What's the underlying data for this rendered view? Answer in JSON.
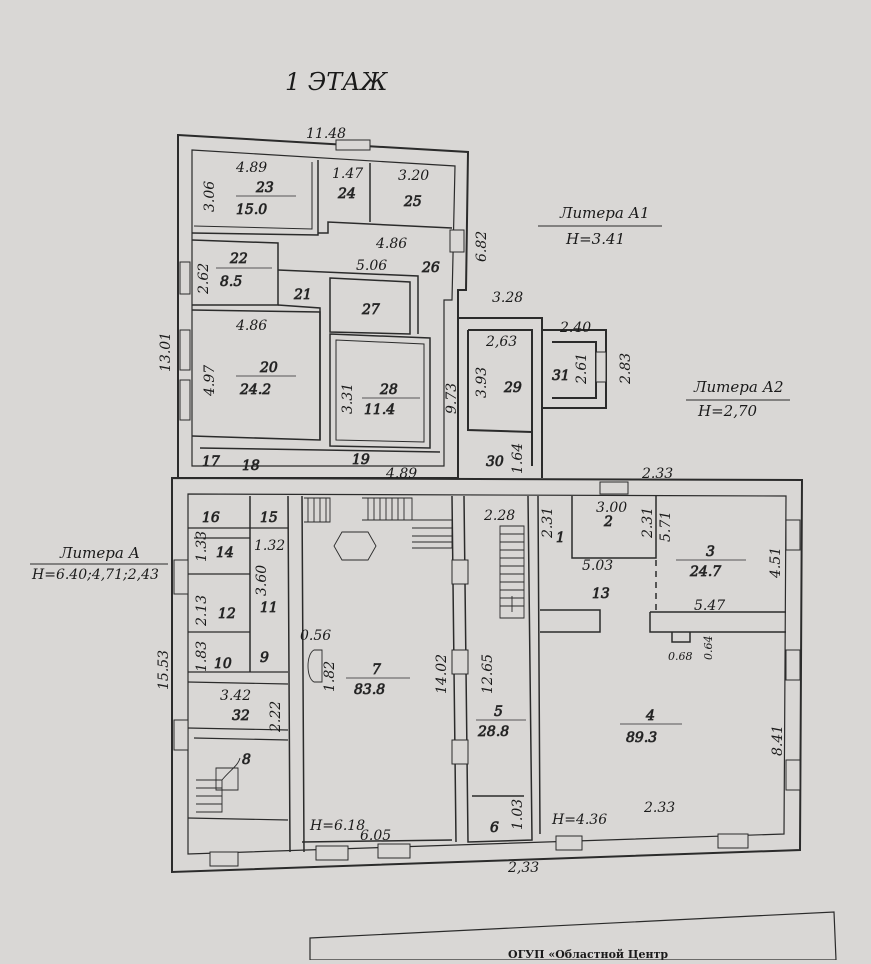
{
  "title": "1 ЭТАЖ",
  "liters": {
    "a1_name": "Литера А1",
    "a1_h": "Н=3.41",
    "a2_name": "Литера А2",
    "a2_h": "Н=2,70",
    "a_name": "Литера А",
    "a_h": "Н=6.40;4,71;2,43"
  },
  "rooms": [
    {
      "no": "23",
      "area": "15.0"
    },
    {
      "no": "24",
      "area": ""
    },
    {
      "no": "25",
      "area": ""
    },
    {
      "no": "22",
      "area": "8.5"
    },
    {
      "no": "21",
      "area": ""
    },
    {
      "no": "26",
      "area": ""
    },
    {
      "no": "27",
      "area": ""
    },
    {
      "no": "20",
      "area": "24.2"
    },
    {
      "no": "28",
      "area": "11.4"
    },
    {
      "no": "29",
      "area": ""
    },
    {
      "no": "31",
      "area": ""
    },
    {
      "no": "17",
      "area": ""
    },
    {
      "no": "18",
      "area": ""
    },
    {
      "no": "19",
      "area": ""
    },
    {
      "no": "30",
      "area": ""
    },
    {
      "no": "16",
      "area": ""
    },
    {
      "no": "15",
      "area": ""
    },
    {
      "no": "14",
      "area": ""
    },
    {
      "no": "12",
      "area": ""
    },
    {
      "no": "11",
      "area": ""
    },
    {
      "no": "10",
      "area": ""
    },
    {
      "no": "9",
      "area": ""
    },
    {
      "no": "32",
      "area": ""
    },
    {
      "no": "8",
      "area": ""
    },
    {
      "no": "7",
      "area": "83.8"
    },
    {
      "no": "5",
      "area": "28.8"
    },
    {
      "no": "6",
      "area": ""
    },
    {
      "no": "2",
      "area": ""
    },
    {
      "no": "1",
      "area": ""
    },
    {
      "no": "3",
      "area": "24.7"
    },
    {
      "no": "13",
      "area": ""
    },
    {
      "no": "4",
      "area": "89.3"
    }
  ],
  "dims": [
    "11.48",
    "4.89",
    "3.06",
    "1.47",
    "3.20",
    "6.82",
    "4.86",
    "2.62",
    "5.06",
    "3.28",
    "13.01",
    "4.86",
    "4.97",
    "3.31",
    "9.73",
    "3.93",
    "2,63",
    "2.40",
    "2.61",
    "2.83",
    "1.64",
    "4.89",
    "2.33",
    "2.28",
    "3.00",
    "2.31",
    "2.31",
    "5.71",
    "1.33",
    "1.32",
    "3.60",
    "5.03",
    "4.51",
    "2.13",
    "5.47",
    "15.53",
    "0.56",
    "1.82",
    "14.02",
    "12.65",
    "0.68",
    "0.64",
    "1.83",
    "3.42",
    "2.22",
    "8.41",
    "2.33",
    "1.03",
    "6.05",
    "2,33"
  ],
  "heights": [
    "Н=6.18",
    "Н=4.36"
  ],
  "stamp_text": "ОГУП «Областной Центр"
}
